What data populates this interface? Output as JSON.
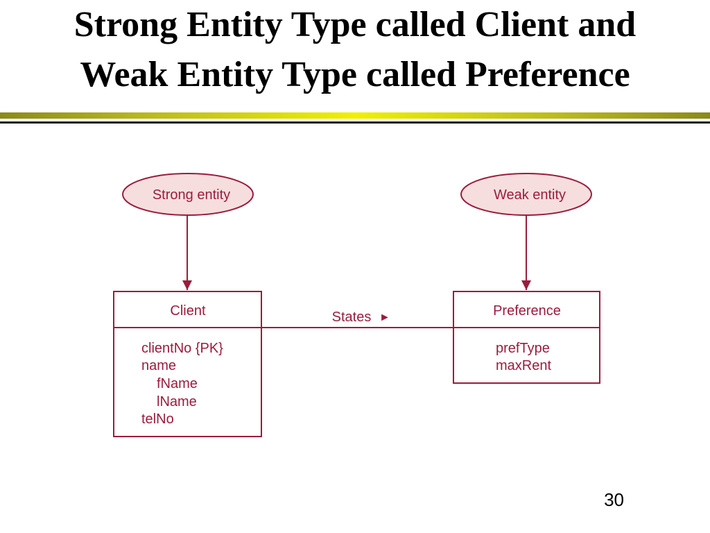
{
  "slide": {
    "title_line1": "Strong Entity Type called Client and",
    "title_line2": "Weak Entity Type called Preference",
    "page_number": "30"
  },
  "diagram": {
    "colors": {
      "stroke": "#9b1c3c",
      "ellipse_fill": "#f6dede",
      "text": "#9b1c3c"
    },
    "strong_label": "Strong entity",
    "weak_label": "Weak entity",
    "relationship": {
      "label": "States",
      "arrow": "►"
    },
    "client": {
      "name": "Client",
      "attributes": [
        "clientNo {PK}",
        "name",
        "fName",
        "lName",
        "telNo"
      ]
    },
    "preference": {
      "name": "Preference",
      "attributes": [
        "prefType",
        "maxRent"
      ]
    }
  }
}
